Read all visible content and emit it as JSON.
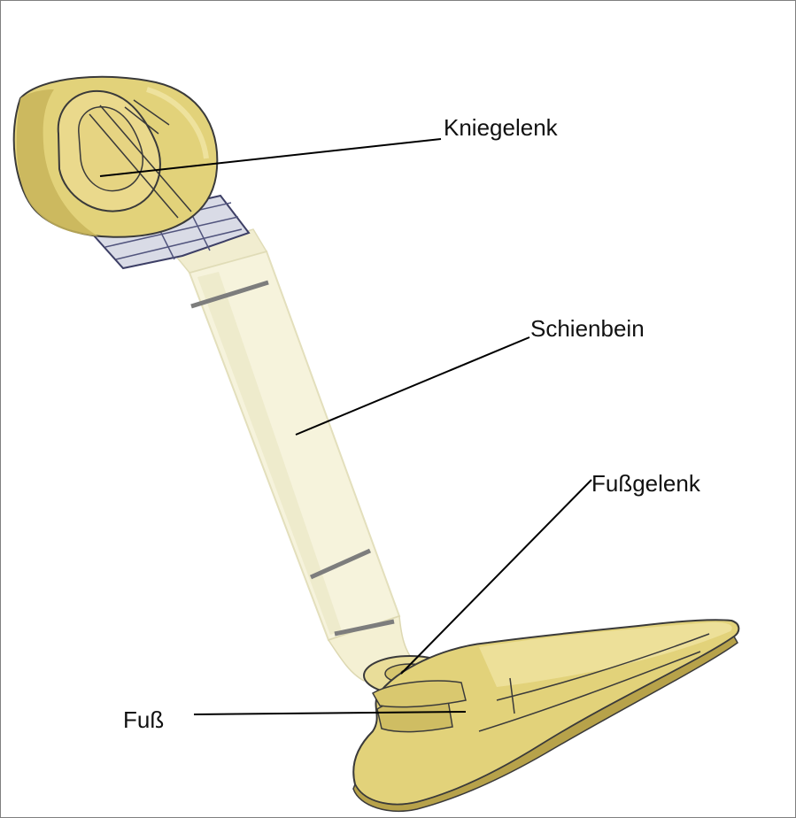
{
  "labels": {
    "knee_joint": "Kniegelenk",
    "shin": "Schienbein",
    "ankle_joint": "Fußgelenk",
    "foot": "Fuß"
  },
  "colors": {
    "joint_fill": "#e2d27a",
    "joint_shadow": "#b7a24a",
    "joint_highlight": "#f1e6a6",
    "outline": "#3a3a3a",
    "shaft_fill": "#f6f3dc",
    "shaft_shadow": "#e7e3c3",
    "ring": "#7d7d7d",
    "leader_line": "#000000",
    "frame_border": "#7f7f7f",
    "background": "#ffffff"
  }
}
